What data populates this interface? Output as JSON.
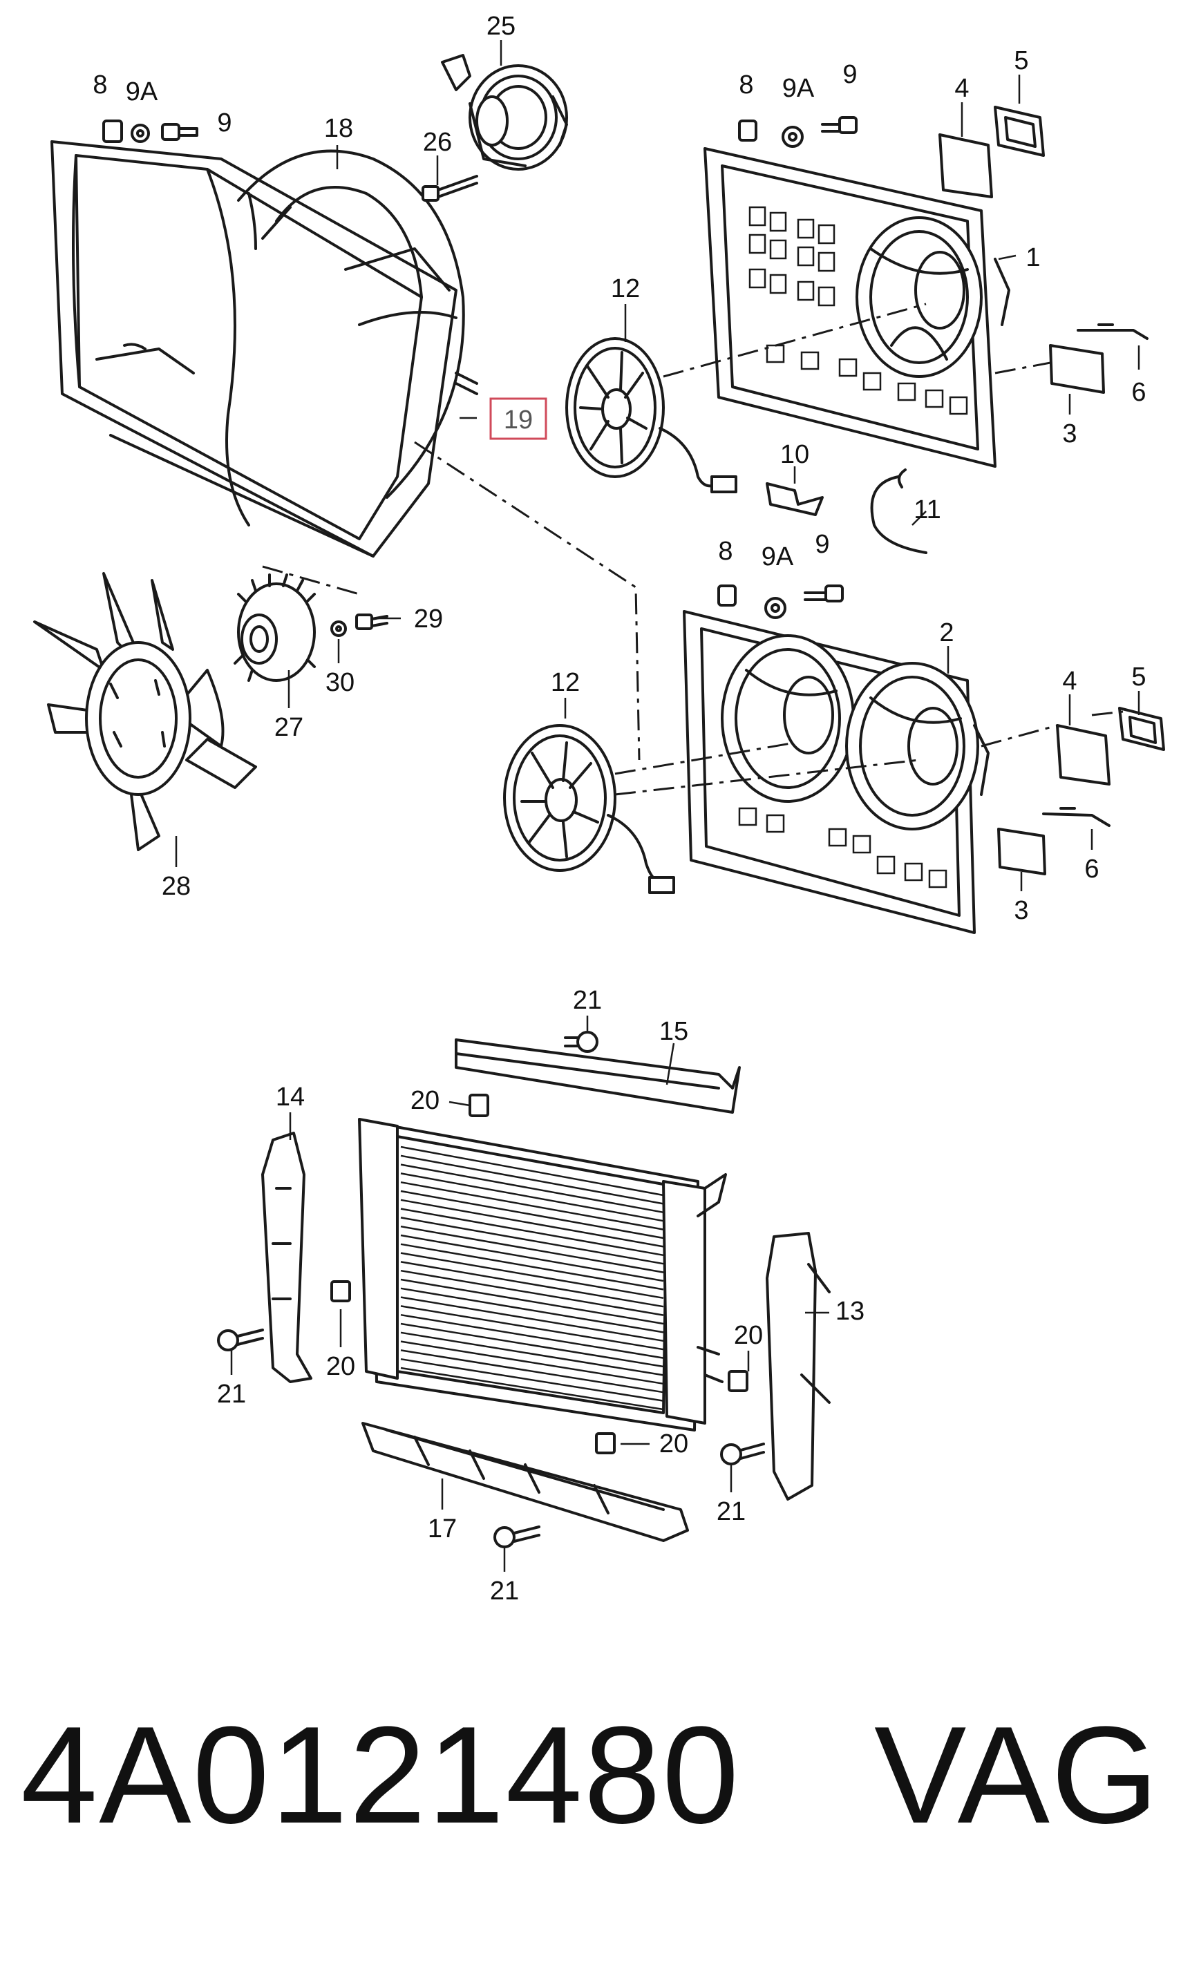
{
  "highlight_color": "#d04a5a",
  "callouts": {
    "c1": "1",
    "c2": "2",
    "c3a": "3",
    "c3b": "3",
    "c4a": "4",
    "c4b": "4",
    "c5a": "5",
    "c5b": "5",
    "c6a": "6",
    "c6b": "6",
    "c8a": "8",
    "c8b": "8",
    "c8c": "8",
    "c9a": "9",
    "c9b": "9",
    "c9c": "9",
    "c9Aa": "9A",
    "c9Ab": "9A",
    "c9Ac": "9A",
    "c10": "10",
    "c11": "11",
    "c12a": "12",
    "c12b": "12",
    "c13": "13",
    "c14": "14",
    "c15": "15",
    "c17": "17",
    "c18": "18",
    "c19": "19",
    "c20a": "20",
    "c20b": "20",
    "c20c": "20",
    "c20d": "20",
    "c21a": "21",
    "c21b": "21",
    "c21c": "21",
    "c21d": "21",
    "c25": "25",
    "c26": "26",
    "c27": "27",
    "c28": "28",
    "c29": "29",
    "c30": "30"
  },
  "caption": {
    "part_number": "4A0121480",
    "brand": "VAG"
  }
}
